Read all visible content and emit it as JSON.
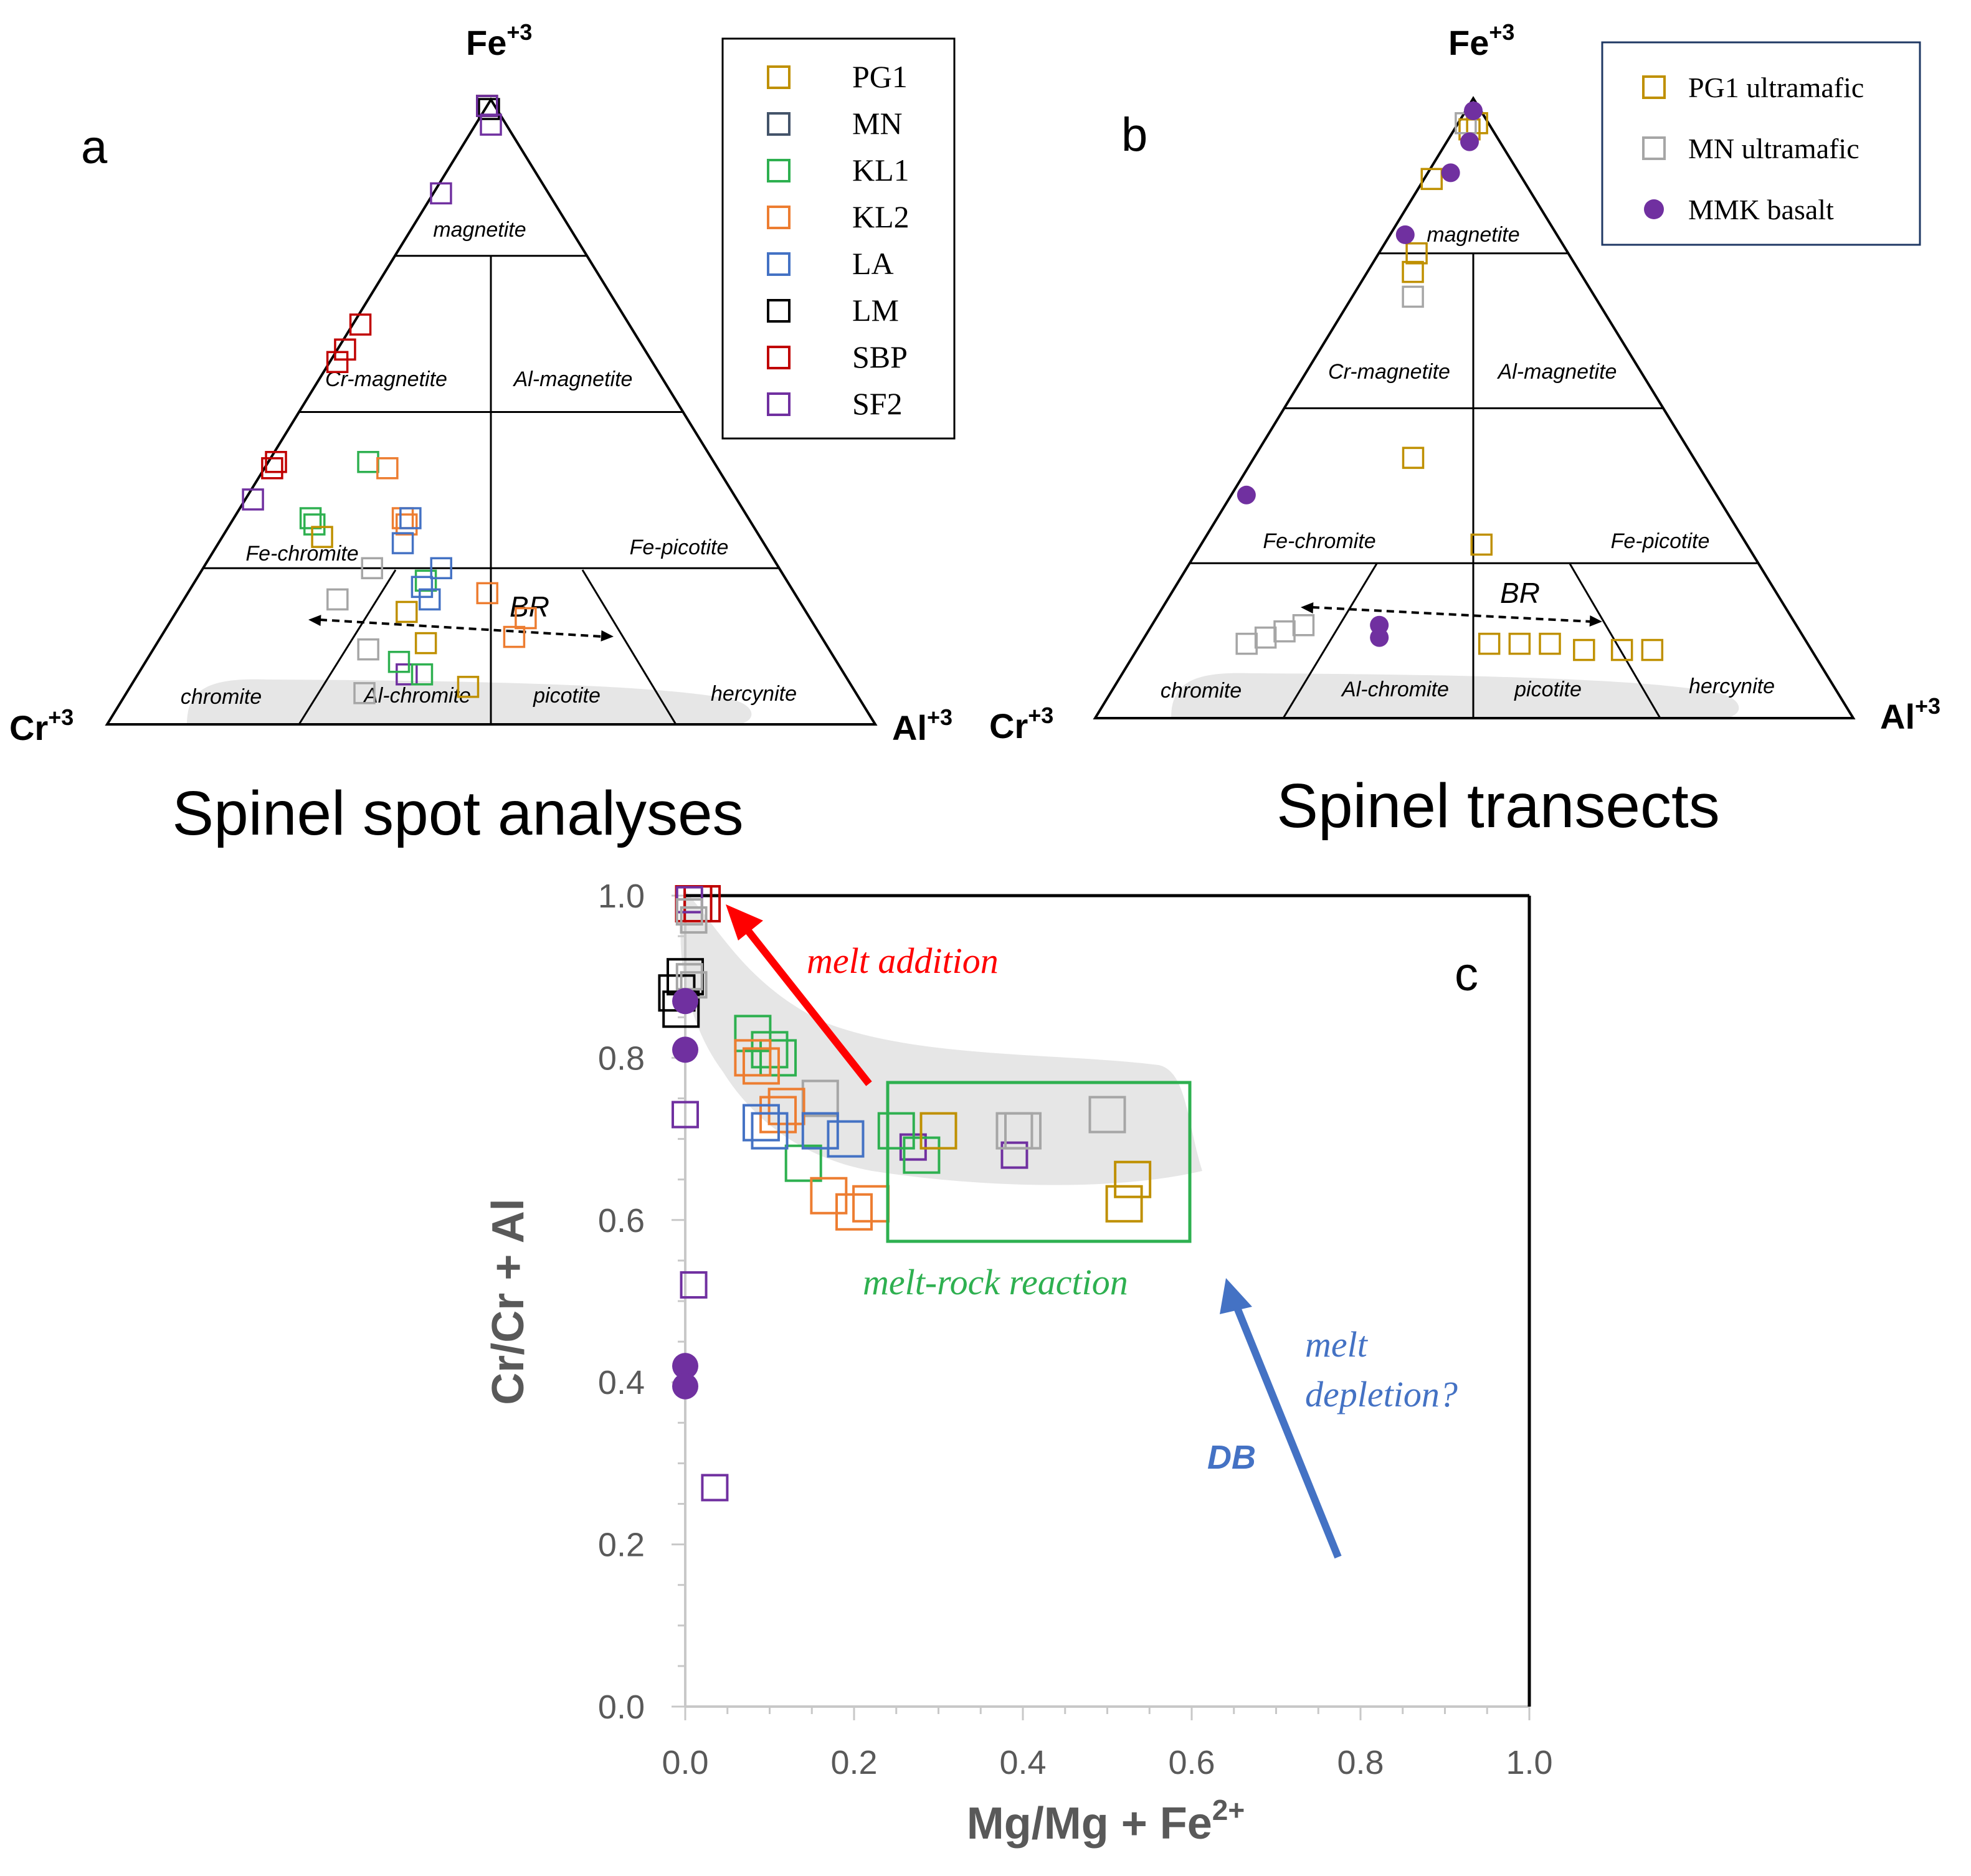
{
  "chart_data": [
    {
      "type": "scatter",
      "panel": "a",
      "title": "Spinel spot analyses",
      "vertices": {
        "top": "Fe",
        "top_sup": "+3",
        "left": "Cr",
        "left_sup": "+3",
        "right": "Al",
        "right_sup": "+3"
      },
      "fields": [
        "magnetite",
        "Cr-magnetite",
        "Al-magnetite",
        "Fe-chromite",
        "Fe-picotite",
        "chromite",
        "Al-chromite",
        "picotite",
        "hercynite"
      ],
      "annotation": "BR",
      "legend": {
        "placement": "top-right",
        "entries": [
          {
            "name": "PG1",
            "color": "#BF9000",
            "marker": "square"
          },
          {
            "name": "MN",
            "color": "#44546A",
            "marker": "square"
          },
          {
            "name": "KL1",
            "color": "#2EB050",
            "marker": "square"
          },
          {
            "name": "KL2",
            "color": "#ED7D31",
            "marker": "square"
          },
          {
            "name": "LA",
            "color": "#4472C4",
            "marker": "square"
          },
          {
            "name": "LM",
            "color": "#000000",
            "marker": "square"
          },
          {
            "name": "SBP",
            "color": "#C00000",
            "marker": "square"
          },
          {
            "name": "SF2",
            "color": "#7030A0",
            "marker": "square"
          }
        ]
      },
      "series": [
        {
          "name": "SBP",
          "color": "#C00000",
          "marker": "square",
          "points": [
            [
              0.99,
              0.01,
              0.0
            ],
            [
              0.64,
              0.35,
              0.01
            ],
            [
              0.6,
              0.39,
              0.01
            ],
            [
              0.58,
              0.41,
              0.01
            ],
            [
              0.42,
              0.57,
              0.01
            ],
            [
              0.41,
              0.58,
              0.01
            ]
          ]
        },
        {
          "name": "LM",
          "color": "#000000",
          "marker": "square",
          "points": [
            [
              0.99,
              0.01,
              0.0
            ],
            [
              0.985,
              0.01,
              0.005
            ]
          ]
        },
        {
          "name": "SF2",
          "color": "#7030A0",
          "marker": "square",
          "points": [
            [
              0.99,
              0.01,
              0.0
            ],
            [
              0.96,
              0.02,
              0.02
            ],
            [
              0.85,
              0.14,
              0.01
            ],
            [
              0.36,
              0.63,
              0.01
            ],
            [
              0.08,
              0.57,
              0.35
            ]
          ]
        },
        {
          "name": "KL1",
          "color": "#2EB050",
          "marker": "square",
          "points": [
            [
              0.42,
              0.45,
              0.13
            ],
            [
              0.33,
              0.57,
              0.1
            ],
            [
              0.32,
              0.57,
              0.11
            ],
            [
              0.23,
              0.47,
              0.3
            ],
            [
              0.1,
              0.57,
              0.33
            ],
            [
              0.08,
              0.55,
              0.37
            ]
          ]
        },
        {
          "name": "KL2",
          "color": "#ED7D31",
          "marker": "square",
          "points": [
            [
              0.41,
              0.43,
              0.16
            ],
            [
              0.33,
              0.45,
              0.22
            ],
            [
              0.32,
              0.45,
              0.23
            ],
            [
              0.21,
              0.4,
              0.39
            ],
            [
              0.17,
              0.37,
              0.46
            ],
            [
              0.14,
              0.4,
              0.46
            ]
          ]
        },
        {
          "name": "LA",
          "color": "#4472C4",
          "marker": "square",
          "points": [
            [
              0.33,
              0.44,
              0.23
            ],
            [
              0.29,
              0.47,
              0.24
            ],
            [
              0.25,
              0.44,
              0.31
            ],
            [
              0.22,
              0.48,
              0.3
            ],
            [
              0.2,
              0.48,
              0.32
            ]
          ]
        },
        {
          "name": "PG1",
          "color": "#BF9000",
          "marker": "square",
          "points": [
            [
              0.3,
              0.57,
              0.13
            ],
            [
              0.18,
              0.52,
              0.3
            ],
            [
              0.13,
              0.52,
              0.35
            ],
            [
              0.06,
              0.5,
              0.44
            ]
          ]
        },
        {
          "name": "MN",
          "color": "#A6A6A6",
          "marker": "square",
          "points": [
            [
              0.25,
              0.53,
              0.22
            ],
            [
              0.2,
              0.6,
              0.2
            ],
            [
              0.12,
              0.6,
              0.28
            ],
            [
              0.05,
              0.64,
              0.31
            ]
          ]
        }
      ]
    },
    {
      "type": "scatter",
      "panel": "b",
      "title": "Spinel transects",
      "vertices": {
        "top": "Fe",
        "top_sup": "+3",
        "left": "Cr",
        "left_sup": "+3",
        "right": "Al",
        "right_sup": "+3"
      },
      "fields": [
        "magnetite",
        "Cr-magnetite",
        "Al-magnetite",
        "Fe-chromite",
        "Fe-picotite",
        "chromite",
        "Al-chromite",
        "picotite",
        "hercynite"
      ],
      "annotation": "BR",
      "legend": {
        "placement": "top-right",
        "entries": [
          {
            "name": "PG1 ultramafic",
            "color": "#BF9000",
            "marker": "square"
          },
          {
            "name": "MN ultramafic",
            "color": "#A6A6A6",
            "marker": "square"
          },
          {
            "name": "MMK basalt",
            "color": "#7030A0",
            "marker": "circle"
          }
        ]
      },
      "series": [
        {
          "name": "PG1 ultramafic",
          "color": "#BF9000",
          "marker": "square",
          "points": [
            [
              0.96,
              0.015,
              0.025
            ],
            [
              0.95,
              0.03,
              0.02
            ],
            [
              0.87,
              0.12,
              0.01
            ],
            [
              0.75,
              0.2,
              0.05
            ],
            [
              0.72,
              0.22,
              0.06
            ],
            [
              0.42,
              0.37,
              0.21
            ],
            [
              0.28,
              0.35,
              0.37
            ],
            [
              0.12,
              0.42,
              0.46
            ],
            [
              0.12,
              0.38,
              0.5
            ],
            [
              0.12,
              0.34,
              0.54
            ],
            [
              0.11,
              0.3,
              0.59
            ],
            [
              0.11,
              0.25,
              0.64
            ],
            [
              0.11,
              0.21,
              0.68
            ]
          ]
        },
        {
          "name": "MN ultramafic",
          "color": "#A6A6A6",
          "marker": "square",
          "points": [
            [
              0.96,
              0.03,
              0.01
            ],
            [
              0.68,
              0.24,
              0.08
            ],
            [
              0.12,
              0.74,
              0.14
            ],
            [
              0.13,
              0.71,
              0.16
            ],
            [
              0.14,
              0.68,
              0.18
            ],
            [
              0.15,
              0.65,
              0.2
            ]
          ]
        },
        {
          "name": "MMK basalt",
          "color": "#7030A0",
          "marker": "circle",
          "points": [
            [
              0.98,
              0.01,
              0.01
            ],
            [
              0.93,
              0.04,
              0.03
            ],
            [
              0.88,
              0.09,
              0.03
            ],
            [
              0.78,
              0.2,
              0.02
            ],
            [
              0.36,
              0.62,
              0.02
            ],
            [
              0.15,
              0.55,
              0.3
            ],
            [
              0.13,
              0.56,
              0.31
            ]
          ]
        }
      ]
    },
    {
      "type": "scatter",
      "panel": "c",
      "xlabel": "Mg/Mg + Fe",
      "xlabel_sup": "2+",
      "ylabel": "Cr/Cr + Al",
      "xlim": [
        0,
        1
      ],
      "ylim": [
        0,
        1
      ],
      "xticks": [
        "0.0",
        "0.2",
        "0.4",
        "0.6",
        "0.8",
        "1.0"
      ],
      "yticks": [
        "0.0",
        "0.2",
        "0.4",
        "0.6",
        "0.8",
        "1.0"
      ],
      "panel_label": "c",
      "annotations": {
        "melt_addition": "melt addition",
        "melt_rock": "melt-rock reaction",
        "melt_depletion_1": "melt",
        "melt_depletion_2": "depletion?",
        "db": "DB"
      },
      "series": [
        {
          "name": "SBP",
          "color": "#C00000",
          "marker": "square",
          "points": [
            [
              0.01,
              0.99
            ],
            [
              0.02,
              0.99
            ]
          ]
        },
        {
          "name": "SF2",
          "color": "#7030A0",
          "marker": "square",
          "points": [
            [
              0.005,
              0.995
            ],
            [
              0.0,
              0.73
            ],
            [
              0.01,
              0.52
            ],
            [
              0.035,
              0.27
            ],
            [
              0.27,
              0.69
            ],
            [
              0.39,
              0.68
            ]
          ]
        },
        {
          "name": "LM",
          "color": "#000000",
          "marker": "square",
          "points": [
            [
              -0.01,
              0.88
            ],
            [
              -0.005,
              0.86
            ],
            [
              0.0,
              0.9
            ]
          ]
        },
        {
          "name": "MN",
          "color": "#A6A6A6",
          "marker": "square",
          "points": [
            [
              0.005,
              0.98
            ],
            [
              0.01,
              0.97
            ],
            [
              0.005,
              0.9
            ],
            [
              0.01,
              0.89
            ],
            [
              0.16,
              0.75
            ],
            [
              0.39,
              0.71
            ],
            [
              0.4,
              0.71
            ],
            [
              0.5,
              0.73
            ]
          ]
        },
        {
          "name": "KL1",
          "color": "#2EB050",
          "marker": "square",
          "points": [
            [
              0.08,
              0.83
            ],
            [
              0.1,
              0.81
            ],
            [
              0.11,
              0.8
            ],
            [
              0.14,
              0.67
            ],
            [
              0.25,
              0.71
            ],
            [
              0.28,
              0.68
            ]
          ]
        },
        {
          "name": "KL2",
          "color": "#ED7D31",
          "marker": "square",
          "points": [
            [
              0.08,
              0.8
            ],
            [
              0.09,
              0.79
            ],
            [
              0.12,
              0.74
            ],
            [
              0.11,
              0.73
            ],
            [
              0.17,
              0.63
            ],
            [
              0.2,
              0.61
            ],
            [
              0.22,
              0.62
            ]
          ]
        },
        {
          "name": "LA",
          "color": "#4472C4",
          "marker": "square",
          "points": [
            [
              0.09,
              0.72
            ],
            [
              0.1,
              0.71
            ],
            [
              0.16,
              0.71
            ],
            [
              0.19,
              0.7
            ]
          ]
        },
        {
          "name": "PG1",
          "color": "#BF9000",
          "marker": "square",
          "points": [
            [
              0.3,
              0.71
            ],
            [
              0.53,
              0.65
            ],
            [
              0.52,
              0.62
            ]
          ]
        },
        {
          "name": "MMK basalt",
          "color": "#7030A0",
          "marker": "circle",
          "points": [
            [
              0.0,
              0.42
            ],
            [
              0.0,
              0.395
            ],
            [
              0.0,
              0.81
            ],
            [
              0.0,
              0.87
            ]
          ]
        }
      ]
    }
  ]
}
